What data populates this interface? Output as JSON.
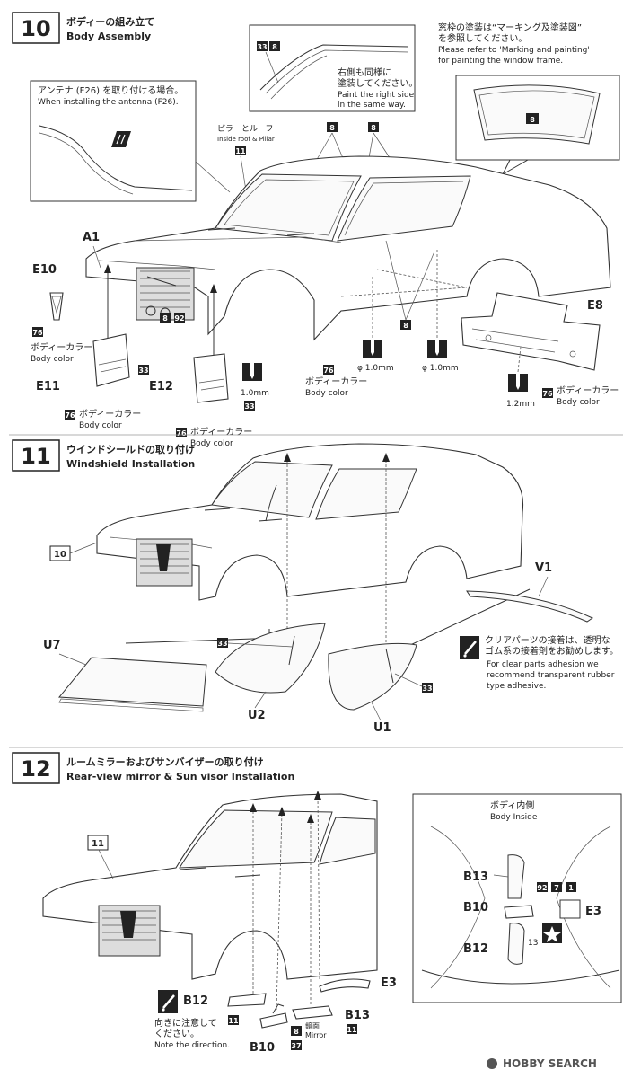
{
  "steps": [
    {
      "number": "10",
      "title_jp": "ボディーの組み立て",
      "title_en": "Body Assembly"
    },
    {
      "number": "11",
      "title_jp": "ウインドシールドの取り付け",
      "title_en": "Windshield Installation"
    },
    {
      "number": "12",
      "title_jp": "ルームミラーおよびサンバイザーの取り付け",
      "title_en": "Rear-view mirror & Sun visor Installation"
    }
  ],
  "step10": {
    "antenna_jp": "アンテナ (F26) を取り付ける場合。",
    "antenna_en": "When installing the antenna (F26).",
    "right_side_jp1": "右側も同様に",
    "right_side_jp2": "塗装してください。",
    "right_side_en1": "Paint the right side",
    "right_side_en2": "in the same way.",
    "window_jp1": "窓枠の塗装は“マーキング及塗装図”",
    "window_jp2": "を参照してください。",
    "window_en1": "Please refer to 'Marking and painting'",
    "window_en2": "for painting the window frame.",
    "pillar_jp": "ピラーとルーフ",
    "pillar_en": "Inside roof & Pillar",
    "body_color_jp": "ボディーカラー",
    "body_color_en": "Body color",
    "drill_10": "1.0mm",
    "drill_phi": "φ 1.0mm",
    "drill_12": "1.2mm",
    "parts": [
      "A1",
      "E10",
      "E11",
      "E12",
      "E8"
    ]
  },
  "step11": {
    "ref_step": "10",
    "parts": [
      "V1",
      "U7",
      "U2",
      "U1"
    ],
    "tip_jp1": "クリアパーツの接着は、透明な",
    "tip_jp2": "ゴム系の接着剤をお勧めします。",
    "tip_en1": "For clear parts adhesion we",
    "tip_en2": "recommend transparent rubber",
    "tip_en3": "type adhesive."
  },
  "step12": {
    "ref_step": "11",
    "inside_jp": "ボディ内側",
    "inside_en": "Body Inside",
    "parts": [
      "B13",
      "B10",
      "B12",
      "E3"
    ],
    "mirror_jp": "鏡面",
    "mirror_en": "Mirror",
    "direction_jp1": "向きに注意して",
    "direction_jp2": "ください。",
    "direction_en": "Note the direction.",
    "decal": "13"
  },
  "colors": {
    "c8": "8",
    "c33": "33",
    "c76": "76",
    "c92": "92",
    "c11": "11",
    "c37": "37",
    "c7": "7",
    "c1": "1"
  },
  "watermark": "HOBBY SEARCH",
  "accent": "#222222"
}
